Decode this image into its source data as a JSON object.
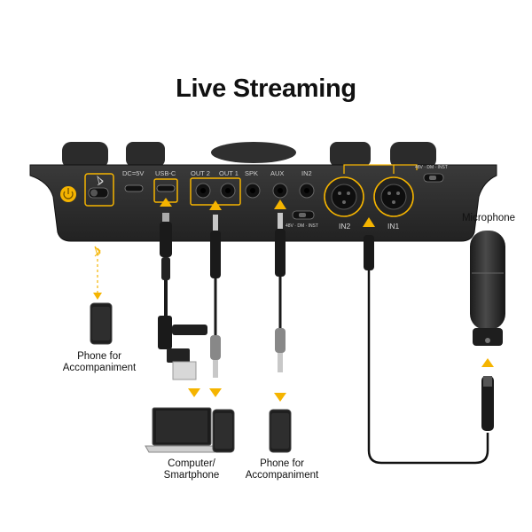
{
  "title": "Live Streaming",
  "ports": {
    "dc": "DC=5V",
    "usbc": "USB-C",
    "out2": "OUT 2",
    "out1": "OUT 1",
    "spk": "SPK",
    "aux": "AUX",
    "in2_top": "IN2",
    "in2": "IN2",
    "in1": "IN1",
    "switch_mid": "48V · DM · INST",
    "switch_right": "48V · DM · INST"
  },
  "labels": {
    "microphone": "Microphone",
    "phone_left_1": "Phone for",
    "phone_left_2": "Accompaniment",
    "computer_1": "Computer/",
    "computer_2": "Smartphone",
    "phone_right_1": "Phone for",
    "phone_right_2": "Accompaniment"
  },
  "colors": {
    "accent": "#f5b400",
    "device": "#2a2a2a",
    "cable": "#1a1a1a"
  },
  "icons": {
    "bluetooth": "bluetooth-icon",
    "power": "power-button-icon"
  }
}
